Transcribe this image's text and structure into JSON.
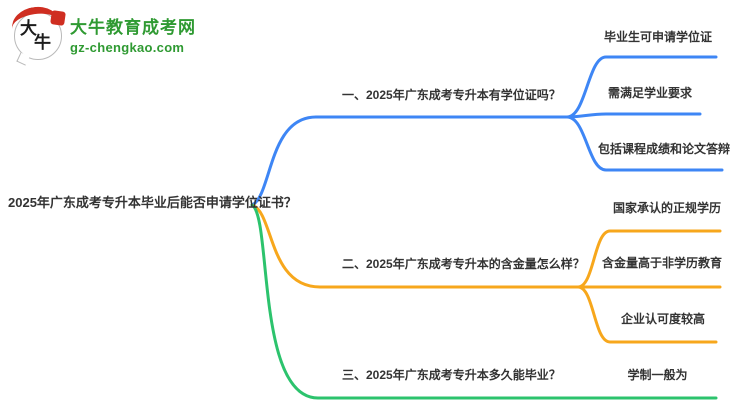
{
  "logo": {
    "icon_text_top": "大",
    "icon_text_bottom": "牛",
    "site_name": "大牛教育成考网",
    "site_url": "gz-chengkao.com"
  },
  "root": {
    "label": "2025年广东成考专升本毕业后能否申请学位证书？"
  },
  "branches": [
    {
      "label": "一、2025年广东成考专升本有学位证吗？",
      "children": [
        "毕业生可申请学位证",
        "需满足学业要求",
        "包括课程成绩和论文答辩"
      ]
    },
    {
      "label": "二、2025年广东成考专升本的含金量怎么样？",
      "children": [
        "国家承认的正规学历",
        "含金量高于非学历教育",
        "企业认可度较高"
      ]
    },
    {
      "label": "三、2025年广东成考专升本多久能毕业？",
      "children": [
        "学制一般为"
      ]
    }
  ],
  "colors": {
    "blue": "#3e86f5",
    "orange": "#f7a71c",
    "green": "#2cc36d",
    "brand_green": "#2f9a32",
    "seal_red": "#cf2e21",
    "text": "#333333"
  }
}
